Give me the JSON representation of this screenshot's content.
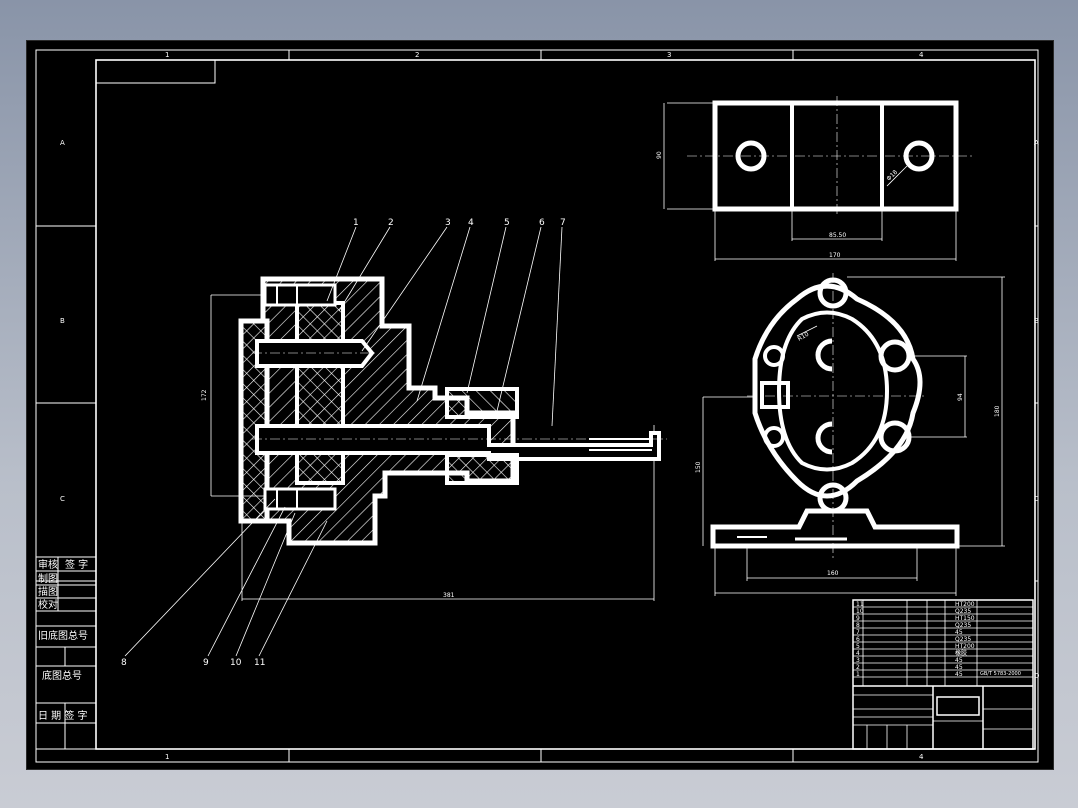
{
  "frame": {
    "column_markers": [
      "1",
      "2",
      "3",
      "4"
    ],
    "row_markers": [
      "A",
      "B",
      "C",
      "D"
    ]
  },
  "side_stamp": {
    "rows": [
      "审核",
      "制图",
      "描图",
      "校对"
    ],
    "sign_label": "签 字",
    "old_number_label": "旧底图总号",
    "base_number_label": "底图总号",
    "date_sign_label": "日 期 签 字"
  },
  "balloons": {
    "top": [
      "1",
      "2",
      "3",
      "4",
      "5",
      "6",
      "7"
    ],
    "bottom": [
      "8",
      "9",
      "10",
      "11"
    ]
  },
  "dimensions": {
    "overall_length": "381",
    "section_height": "172",
    "top_view_length": "170",
    "top_view_hole_spacing": "85.50",
    "top_view_height": "90",
    "side_view_width": "160",
    "side_view_height": "150",
    "side_view_hole_spacing": "94",
    "side_view_total_height": "180",
    "hole_diameter_label": "Φ18",
    "angle_label": "R10"
  },
  "title_block": {
    "bom": [
      {
        "no": "11",
        "material": "HT200"
      },
      {
        "no": "10",
        "material": "Q235"
      },
      {
        "no": "9",
        "material": "HT150"
      },
      {
        "no": "8",
        "material": "Q235"
      },
      {
        "no": "7",
        "material": "45"
      },
      {
        "no": "6",
        "material": "Q235"
      },
      {
        "no": "5",
        "material": "HT200"
      },
      {
        "no": "4",
        "material": "橡胶"
      },
      {
        "no": "3",
        "material": "45"
      },
      {
        "no": "2",
        "material": "45"
      },
      {
        "no": "1",
        "material": "45"
      }
    ],
    "standard_note": "GB/T 5783-2000"
  },
  "colors": {
    "background": "#000000",
    "lines": "#ffffff",
    "window": "#a8b0bf"
  }
}
